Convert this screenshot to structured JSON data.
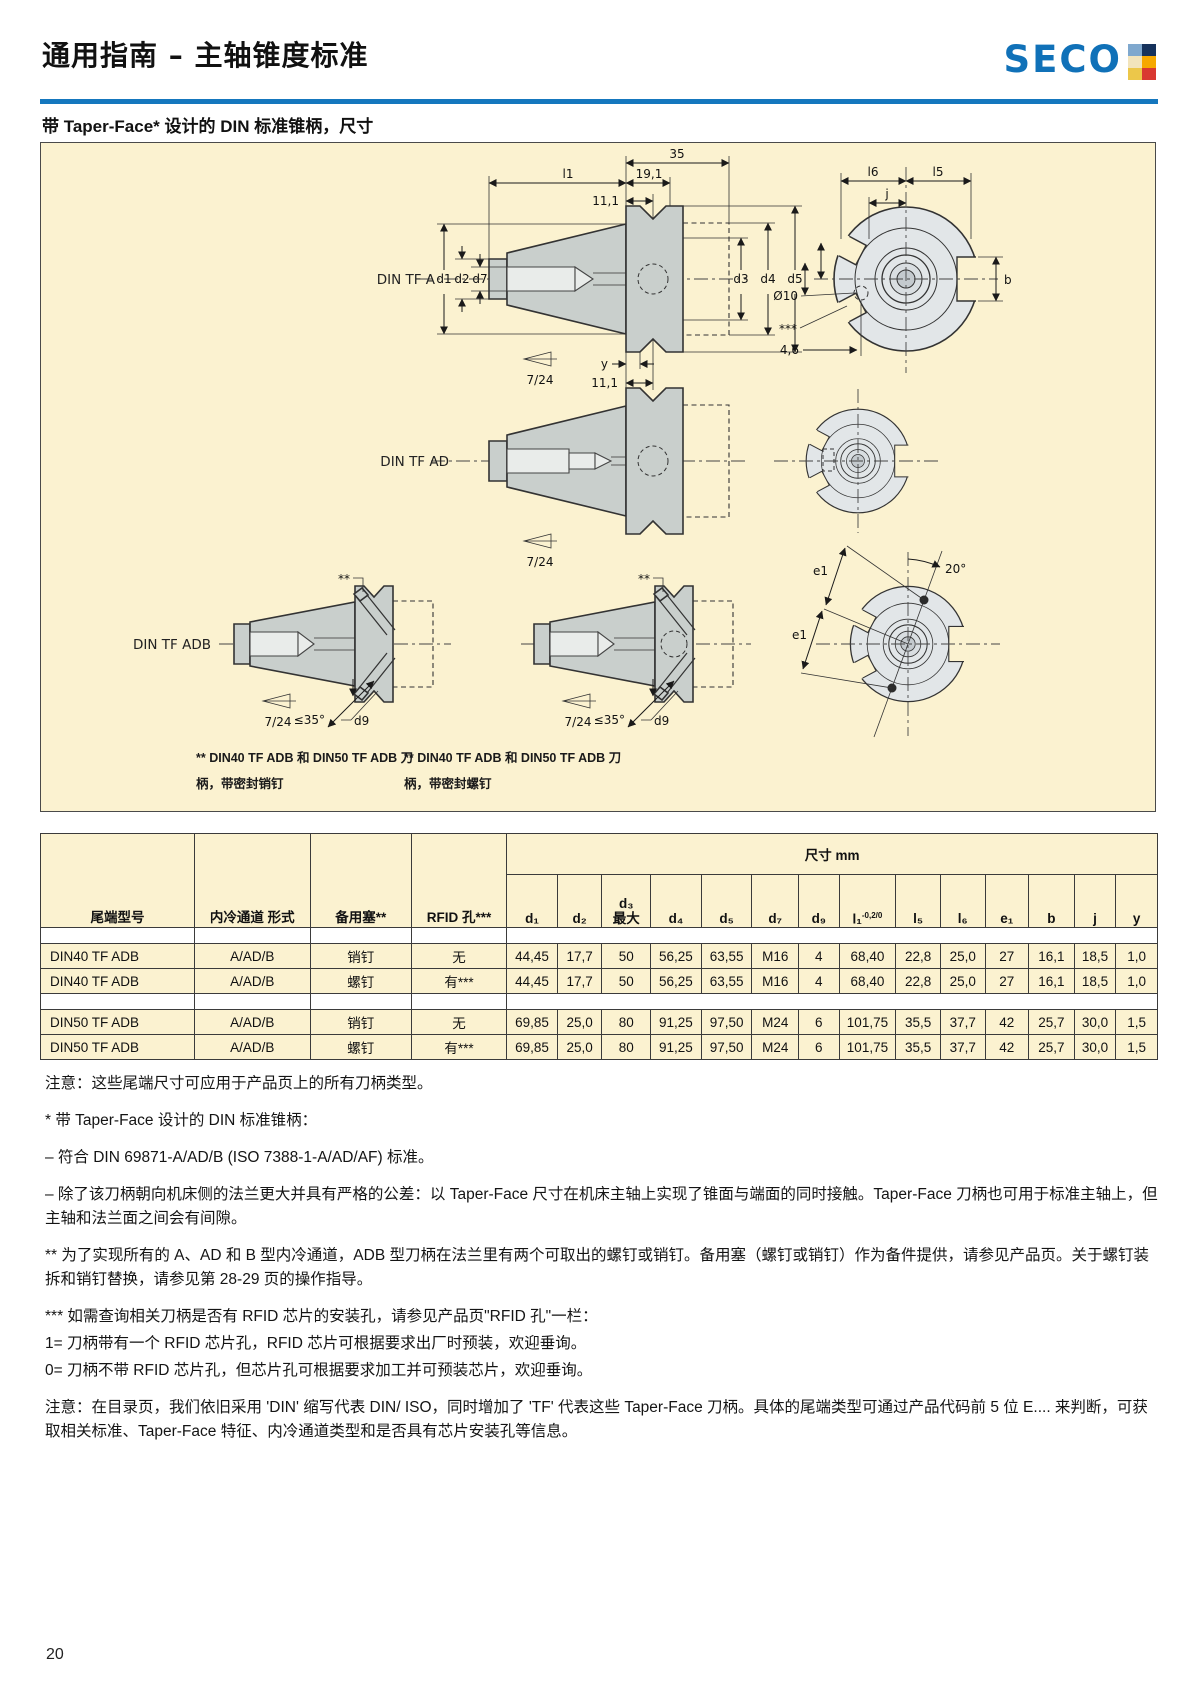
{
  "header": {
    "title": "通用指南 – 主轴锥度标准",
    "logo_text": "SECO",
    "logo_squares": [
      "#7FA8CE",
      "#16325C",
      "#F2E4BC",
      "#F6A800",
      "#ECC74A",
      "#D93831"
    ],
    "accent_blue": "#1577BE"
  },
  "subtitle": "带 Taper-Face* 设计的 DIN 标准锥柄，尺寸",
  "diagram": {
    "row1": {
      "name": "DIN TF A",
      "taper": "7/24",
      "top_35": "35",
      "top_l1": "l1",
      "top_191": "19,1",
      "top_111": "11,1",
      "d1": "d1",
      "d2": "d2",
      "d7": "d7",
      "d3": "d3",
      "d4": "d4",
      "d5": "d5",
      "bot_y": "y",
      "bot_111": "11,1",
      "front": {
        "l6": "l6",
        "l5": "l5",
        "j": "j",
        "b": "b",
        "dia": "Ø10",
        "stars": "***",
        "offset": "4,6"
      }
    },
    "row2": {
      "name": "DIN TF AD",
      "taper": "7/24"
    },
    "row3": {
      "name": "DIN TF ADB",
      "taper": "7/24",
      "stars": "**",
      "angle": "≤35°",
      "d9": "d9",
      "deg": "20°",
      "e1": "e1"
    },
    "caption_left": "** DIN40 TF ADB 和 DIN50 TF ADB 刀柄，带密封销钉",
    "caption_right": "** DIN40 TF ADB 和 DIN50 TF ADB 刀柄，带密封螺钉"
  },
  "table": {
    "head": {
      "model": "尾端型号",
      "coolant": "内冷通道\n形式",
      "plug": "备用塞**",
      "rfid": "RFID 孔***",
      "dims_title": "尺寸 mm",
      "dim_cols": [
        "d₁",
        "d₂",
        "d₃",
        "d₄",
        "d₅",
        "d₇",
        "d₉",
        "l₁",
        "l₅",
        "l₆",
        "e₁",
        "b",
        "j",
        "y"
      ],
      "d3_sub": "最大",
      "l1_sup": "-0,2/0"
    },
    "rows": [
      {
        "model": "DIN40 TF ADB",
        "coolant": "A/AD/B",
        "plug": "销钉",
        "rfid": "无",
        "dims": [
          "44,45",
          "17,7",
          "50",
          "56,25",
          "63,55",
          "M16",
          "4",
          "68,40",
          "22,8",
          "25,0",
          "27",
          "16,1",
          "18,5",
          "1,0"
        ]
      },
      {
        "model": "DIN40 TF ADB",
        "coolant": "A/AD/B",
        "plug": "螺钉",
        "rfid": "有***",
        "dims": [
          "44,45",
          "17,7",
          "50",
          "56,25",
          "63,55",
          "M16",
          "4",
          "68,40",
          "22,8",
          "25,0",
          "27",
          "16,1",
          "18,5",
          "1,0"
        ]
      },
      {
        "model": "DIN50 TF ADB",
        "coolant": "A/AD/B",
        "plug": "销钉",
        "rfid": "无",
        "dims": [
          "69,85",
          "25,0",
          "80",
          "91,25",
          "97,50",
          "M24",
          "6",
          "101,75",
          "35,5",
          "37,7",
          "42",
          "25,7",
          "30,0",
          "1,5"
        ]
      },
      {
        "model": "DIN50 TF ADB",
        "coolant": "A/AD/B",
        "plug": "螺钉",
        "rfid": "有***",
        "dims": [
          "69,85",
          "25,0",
          "80",
          "91,25",
          "97,50",
          "M24",
          "6",
          "101,75",
          "35,5",
          "37,7",
          "42",
          "25,7",
          "30,0",
          "1,5"
        ]
      }
    ]
  },
  "notes": [
    "注意：这些尾端尺寸可应用于产品页上的所有刀柄类型。",
    "* 带 Taper-Face 设计的 DIN 标准锥柄：",
    "– 符合 DIN 69871-A/AD/B (ISO 7388-1-A/AD/AF) 标准。",
    "– 除了该刀柄朝向机床侧的法兰更大并具有严格的公差：以 Taper-Face 尺寸在机床主轴上实现了锥面与端面的同时接触。Taper-Face 刀柄也可用于标准主轴上，但主轴和法兰面之间会有间隙。",
    "** 为了实现所有的 A、AD 和 B 型内冷通道，ADB 型刀柄在法兰里有两个可取出的螺钉或销钉。备用塞（螺钉或销钉）作为备件提供，请参见产品页。关于螺钉装拆和销钉替换，请参见第 28-29 页的操作指导。",
    "*** 如需查询相关刀柄是否有 RFID 芯片的安装孔，请参见产品页\"RFID 孔\"一栏：",
    "1= 刀柄带有一个 RFID 芯片孔，RFID 芯片可根据要求出厂时预装，欢迎垂询。",
    "0= 刀柄不带 RFID 芯片孔，但芯片孔可根据要求加工并可预装芯片，欢迎垂询。",
    "注意：在目录页，我们依旧采用 'DIN' 缩写代表 DIN/ ISO，同时增加了 'TF' 代表这些 Taper-Face 刀柄。具体的尾端类型可通过产品代码前 5 位 E.... 来判断，可获取相关标准、Taper-Face 特征、内冷通道类型和是否具有芯片安装孔等信息。"
  ],
  "page": {
    "number": "20"
  }
}
